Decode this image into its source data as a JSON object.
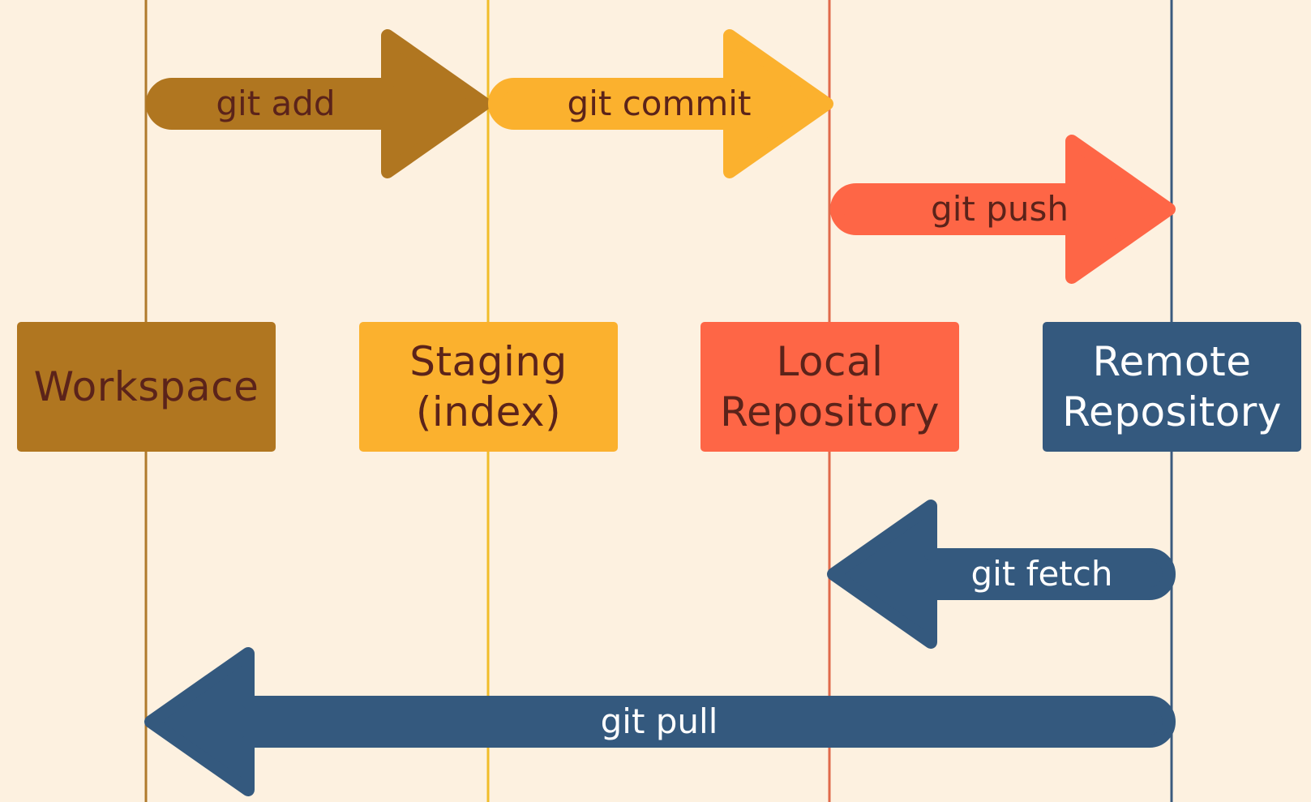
{
  "colors": {
    "background": "#FDF1E0",
    "workspace": "#B07620",
    "staging": "#FBB12E",
    "local": "#FE6646",
    "remote": "#34597E",
    "workspace_line": "#B07A2C",
    "staging_line": "#F1BD2A",
    "local_line": "#E06A4B",
    "remote_line": "#3A5A7E",
    "dark_text": "#5B231A",
    "light_text": "#FFFFFF"
  },
  "boxes": {
    "workspace": {
      "lines": [
        "Workspace"
      ]
    },
    "staging": {
      "lines": [
        "Staging",
        "(index)"
      ]
    },
    "local": {
      "lines": [
        "Local",
        "Repository"
      ]
    },
    "remote": {
      "lines": [
        "Remote",
        "Repository"
      ]
    }
  },
  "arrows": {
    "git_add": {
      "label": "git add",
      "from": "Workspace",
      "to": "Staging (index)"
    },
    "git_commit": {
      "label": "git commit",
      "from": "Staging (index)",
      "to": "Local Repository"
    },
    "git_push": {
      "label": "git push",
      "from": "Local Repository",
      "to": "Remote Repository"
    },
    "git_fetch": {
      "label": "git fetch",
      "from": "Remote Repository",
      "to": "Local Repository"
    },
    "git_pull": {
      "label": "git pull",
      "from": "Remote Repository",
      "to": "Workspace"
    }
  }
}
